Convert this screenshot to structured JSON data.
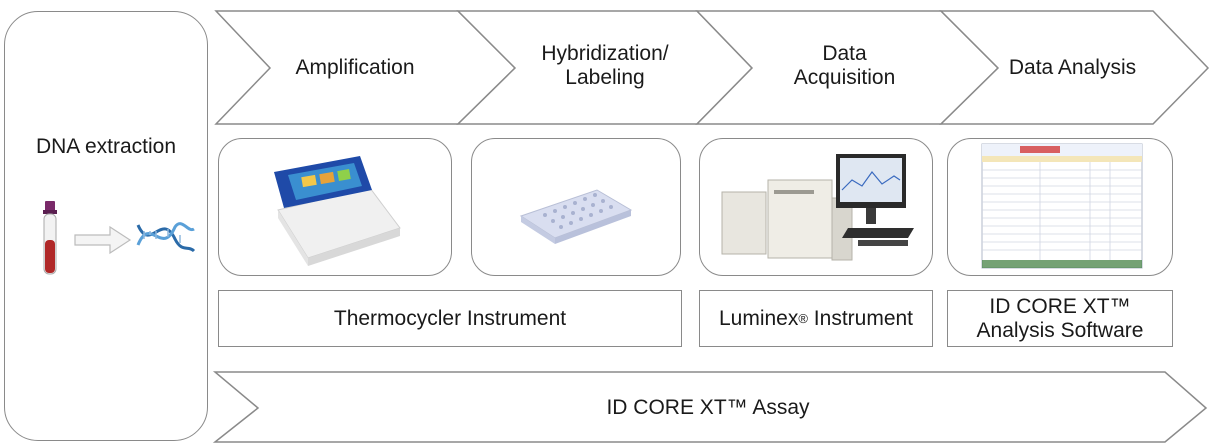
{
  "left_panel": {
    "title": "DNA extraction"
  },
  "steps": [
    {
      "line1": "Amplification",
      "line2": ""
    },
    {
      "line1": "Hybridization/",
      "line2": "Labeling"
    },
    {
      "line1": "Data",
      "line2": "Acquisition"
    },
    {
      "line1": "Data Analysis",
      "line2": ""
    }
  ],
  "instruments": {
    "thermocycler": "Thermocycler Instrument",
    "luminex_name": "Luminex",
    "luminex_sup": "®",
    "luminex_suffix": " Instrument",
    "software_line1": "ID CORE XT™",
    "software_line2": "Analysis Software"
  },
  "assay_banner": "ID CORE XT™ Assay",
  "colors": {
    "outline": "#8a8a8a",
    "thermocycler_screen": "#1f4aa8",
    "luminex_body": "#e8e6df",
    "software_header_text": "#d23a3a"
  }
}
